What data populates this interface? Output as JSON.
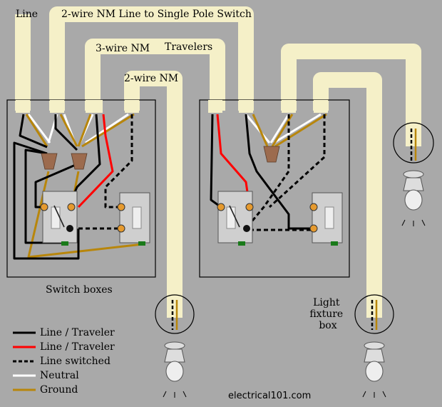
{
  "labels": {
    "line": "Line",
    "nm_line_switch": "2-wire NM Line to Single Pole Switch",
    "nm3": "3-wire NM",
    "travelers": "Travelers",
    "nm2": "2-wire NM",
    "switch_boxes": "Switch boxes",
    "fixture_box_1": "Light",
    "fixture_box_2": "fixture",
    "fixture_box_3": "box",
    "credit": "electrical101.com"
  },
  "legend": [
    {
      "label": "Line / Traveler",
      "color": "#000000",
      "style": "solid"
    },
    {
      "label": "Line / Traveler",
      "color": "#ff0000",
      "style": "solid"
    },
    {
      "label": "Line switched",
      "color": "#000000",
      "style": "dashed"
    },
    {
      "label": "Neutral",
      "color": "#ffffff",
      "style": "solid"
    },
    {
      "label": "Ground",
      "color": "#b8860b",
      "style": "solid"
    }
  ],
  "colors": {
    "background": "#a9a9a9",
    "cable": "#f5f0c8",
    "hot": "#000000",
    "traveler_red": "#ff0000",
    "neutral": "#ffffff",
    "ground": "#b8860b",
    "wire_nut": "#9c6b4e",
    "terminal": "#e69a2e",
    "switch_body": "#cfcfcf"
  }
}
